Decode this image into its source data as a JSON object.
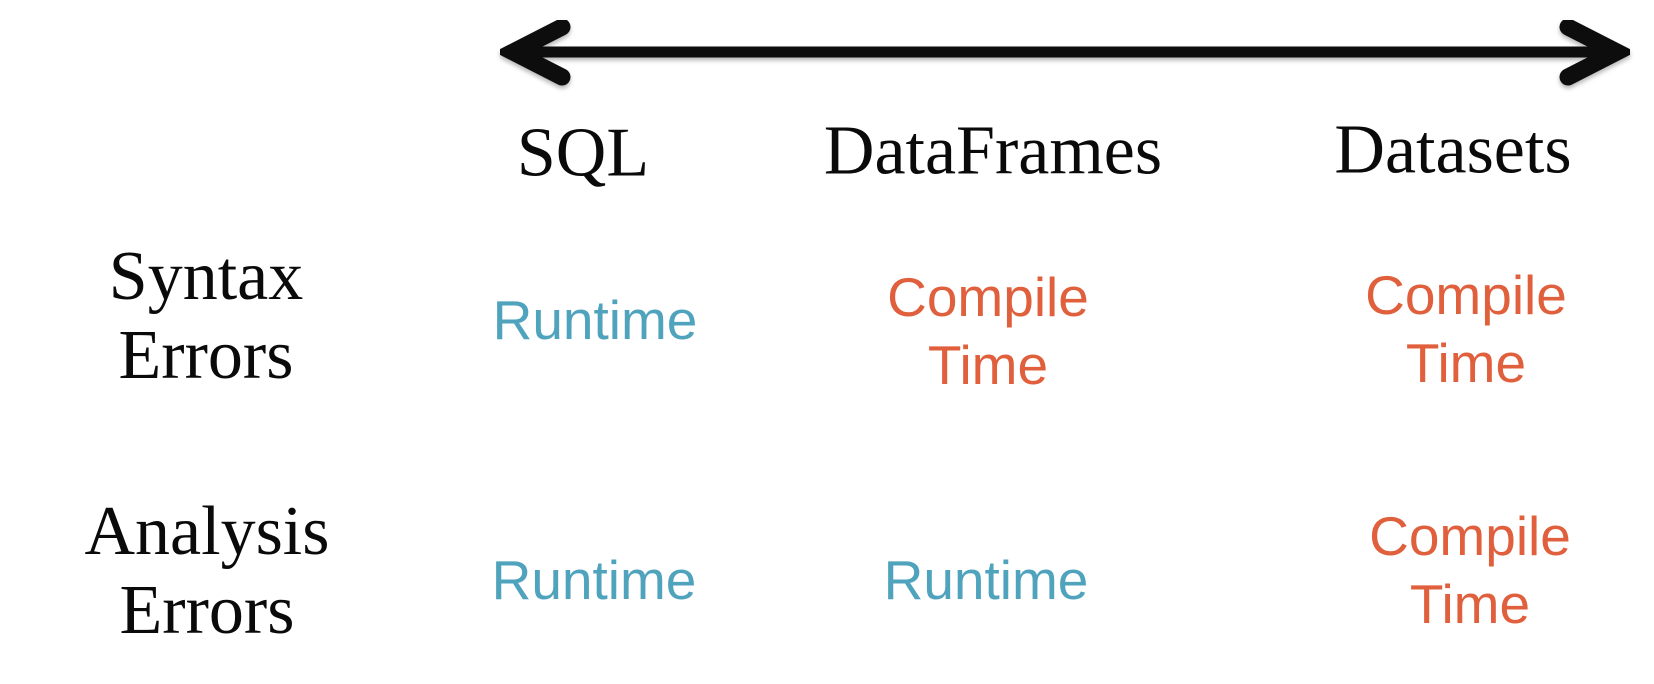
{
  "matrix": {
    "columns": [
      {
        "label": "SQL"
      },
      {
        "label": "DataFrames"
      },
      {
        "label": "Datasets"
      }
    ],
    "rows": [
      {
        "label": "Syntax\nErrors",
        "cells": [
          {
            "text": "Runtime",
            "kind": "runtime"
          },
          {
            "text": "Compile\nTime",
            "kind": "compile"
          },
          {
            "text": "Compile\nTime",
            "kind": "compile"
          }
        ]
      },
      {
        "label": "Analysis\nErrors",
        "cells": [
          {
            "text": "Runtime",
            "kind": "runtime"
          },
          {
            "text": "Runtime",
            "kind": "runtime"
          },
          {
            "text": "Compile\nTime",
            "kind": "compile"
          }
        ]
      }
    ]
  },
  "icons": {
    "spectrum_arrow": "double-headed-horizontal-arrow"
  },
  "colors": {
    "runtime_text": "#4fa3bd",
    "compile_time_text": "#e0603d",
    "heading_text": "#0a0a0a",
    "arrow": "#0d0d0d",
    "background": "#ffffff"
  }
}
